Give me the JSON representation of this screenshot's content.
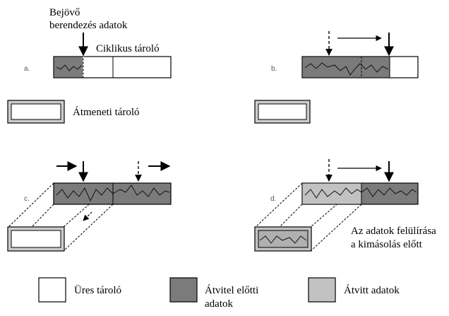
{
  "labels": {
    "incoming_device_data_line1": "Bejövő",
    "incoming_device_data_line2": "berendezés adatok",
    "cyclic_buffer": "Ciklikus tároló",
    "temporary_buffer": "Átmeneti tároló",
    "overwrite_line1": "Az adatok felülírása",
    "overwrite_line2": "a kimásolás előtt"
  },
  "panels": {
    "a": "a.",
    "b": "b.",
    "c": "c.",
    "d": "d."
  },
  "legend": {
    "empty": "Üres tároló",
    "before_line1": "Átvitel előtti",
    "before_line2": "adatok",
    "transferred": "Átvitt adatok"
  },
  "colors": {
    "dark_fill": "#7b7b7b",
    "light_fill": "#c2c2c2",
    "empty_fill": "#ffffff",
    "stroke": "#000000"
  }
}
